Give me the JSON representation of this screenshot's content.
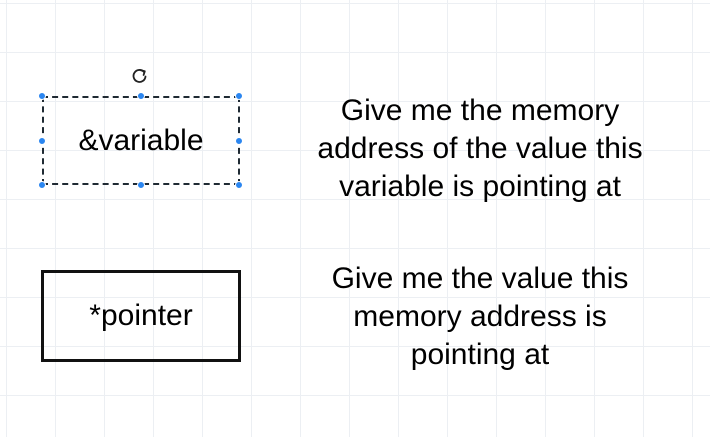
{
  "diagram": {
    "items": [
      {
        "box_label": "&variable",
        "description_lines": [
          "Give me the memory",
          "address of the value this",
          "variable is pointing at"
        ]
      },
      {
        "box_label": "*pointer",
        "description_lines": [
          "Give me the value this",
          "memory address is",
          "pointing at"
        ]
      }
    ]
  },
  "colors": {
    "selection_handle": "#2b86f0",
    "grid_line": "#eceff3",
    "text": "#000000"
  },
  "icons": {
    "rotate": "rotate-icon"
  }
}
